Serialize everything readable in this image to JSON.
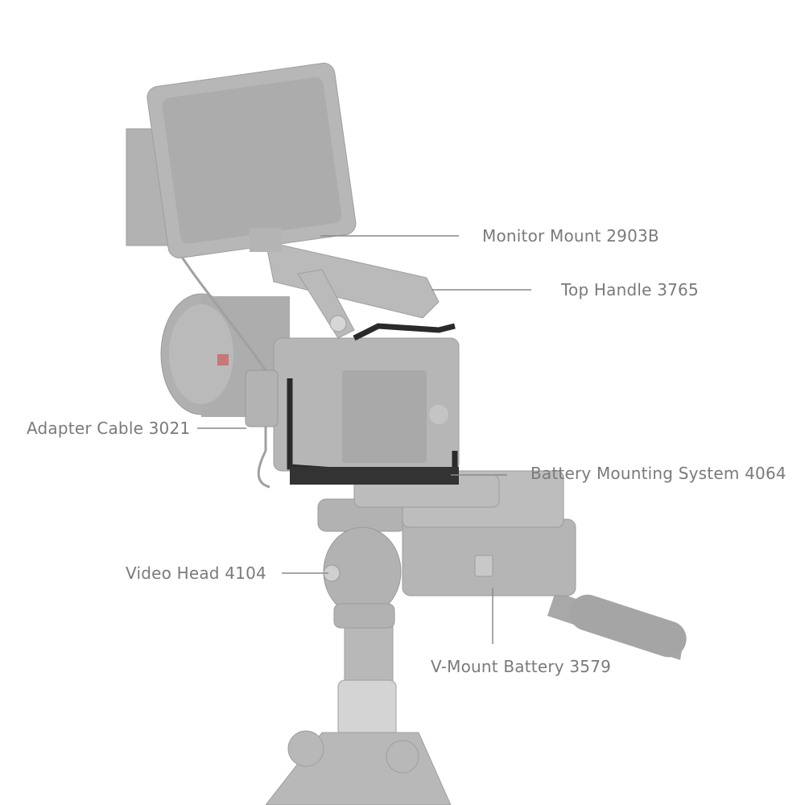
{
  "colors": {
    "label": "#7a7a7a",
    "leader_line": "#8a8a8a",
    "product_grey": "#b4b4b4",
    "cage_black": "#2a2a2a"
  },
  "callouts": [
    {
      "id": "monitor-mount",
      "text": "Monitor Mount 2903B"
    },
    {
      "id": "top-handle",
      "text": "Top Handle 3765"
    },
    {
      "id": "adapter-cable",
      "text": "Adapter Cable 3021"
    },
    {
      "id": "battery-mounting",
      "text": "Battery Mounting System 4064"
    },
    {
      "id": "video-head",
      "text": "Video Head 4104"
    },
    {
      "id": "v-mount-battery",
      "text": "V-Mount Battery 3579"
    }
  ]
}
